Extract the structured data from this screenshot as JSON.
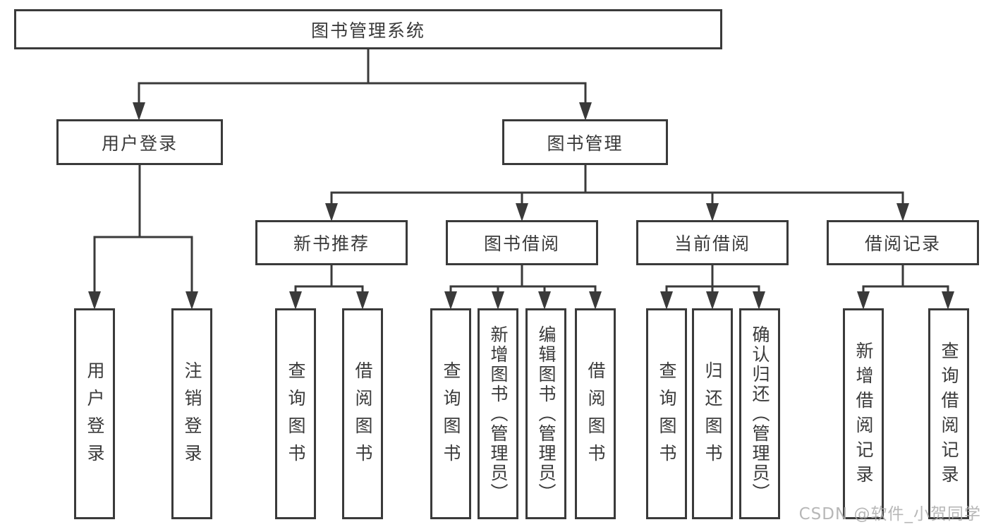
{
  "diagram": {
    "root": {
      "label": "图书管理系统"
    },
    "branches": [
      {
        "label": "用户登录",
        "children": [
          {
            "label": "用户登录"
          },
          {
            "label": "注销登录"
          }
        ]
      },
      {
        "label": "图书管理",
        "children": [
          {
            "label": "新书推荐",
            "children": [
              {
                "label": "查询图书"
              },
              {
                "label": "借阅图书"
              }
            ]
          },
          {
            "label": "图书借阅",
            "children": [
              {
                "label": "查询图书"
              },
              {
                "label": "新增图书（管理员）"
              },
              {
                "label": "编辑图书（管理员）"
              },
              {
                "label": "借阅图书"
              }
            ]
          },
          {
            "label": "当前借阅",
            "children": [
              {
                "label": "查询图书"
              },
              {
                "label": "归还图书"
              },
              {
                "label": "确认归还（管理员）"
              }
            ]
          },
          {
            "label": "借阅记录",
            "children": [
              {
                "label": "新增借阅记录"
              },
              {
                "label": "查询借阅记录"
              }
            ]
          }
        ]
      }
    ],
    "watermark": "CSDN @软件_小贺同学",
    "colors": {
      "line": "#3a3a3a",
      "text": "#3a3a3a",
      "box_fill": "#ffffff",
      "background": "#ffffff",
      "watermark": "#ababab"
    }
  }
}
